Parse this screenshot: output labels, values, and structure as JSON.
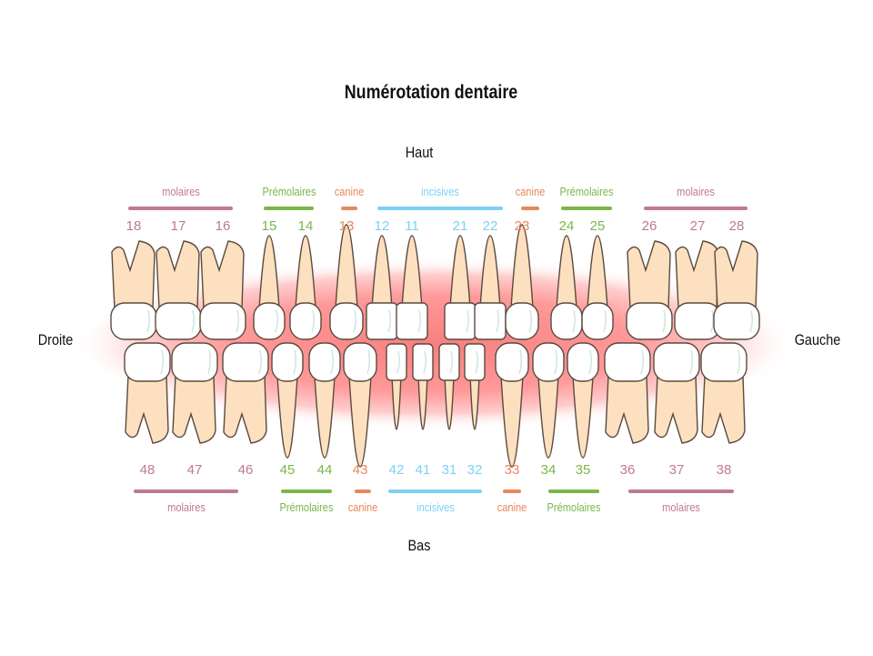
{
  "title": "Numérotation dentaire",
  "directions": {
    "top": "Haut",
    "bottom": "Bas",
    "left": "Droite",
    "right": "Gauche"
  },
  "colors": {
    "molaires": "#c07a8e",
    "premolaires": "#7ab648",
    "canine": "#e8875a",
    "incisives": "#7dd0f5",
    "gum": "#f77f7f",
    "root": "#fde0bf",
    "crown": "#ffffff",
    "outline": "#5a4a3f"
  },
  "upper": {
    "groups": [
      {
        "label": "molaires",
        "kind": "molaires",
        "teeth": [
          "18",
          "17",
          "16"
        ]
      },
      {
        "label": "Prémolaires",
        "kind": "premolaires",
        "teeth": [
          "15",
          "14"
        ]
      },
      {
        "label": "canine",
        "kind": "canine",
        "teeth": [
          "13"
        ]
      },
      {
        "label": "incisives",
        "kind": "incisives",
        "teeth": [
          "12",
          "11",
          "21",
          "22"
        ]
      },
      {
        "label": "canine",
        "kind": "canine",
        "teeth": [
          "23"
        ]
      },
      {
        "label": "Prémolaires",
        "kind": "premolaires",
        "teeth": [
          "24",
          "25"
        ]
      },
      {
        "label": "molaires",
        "kind": "molaires",
        "teeth": [
          "26",
          "27",
          "28"
        ]
      }
    ]
  },
  "lower": {
    "groups": [
      {
        "label": "molaires",
        "kind": "molaires",
        "teeth": [
          "48",
          "47",
          "46"
        ]
      },
      {
        "label": "Prémolaires",
        "kind": "premolaires",
        "teeth": [
          "45",
          "44"
        ]
      },
      {
        "label": "canine",
        "kind": "canine",
        "teeth": [
          "43"
        ]
      },
      {
        "label": "incisives",
        "kind": "incisives",
        "teeth": [
          "42",
          "41",
          "31",
          "32"
        ]
      },
      {
        "label": "canine",
        "kind": "canine",
        "teeth": [
          "33"
        ]
      },
      {
        "label": "Prémolaires",
        "kind": "premolaires",
        "teeth": [
          "34",
          "35"
        ]
      },
      {
        "label": "molaires",
        "kind": "molaires",
        "teeth": [
          "36",
          "37",
          "38"
        ]
      }
    ]
  }
}
